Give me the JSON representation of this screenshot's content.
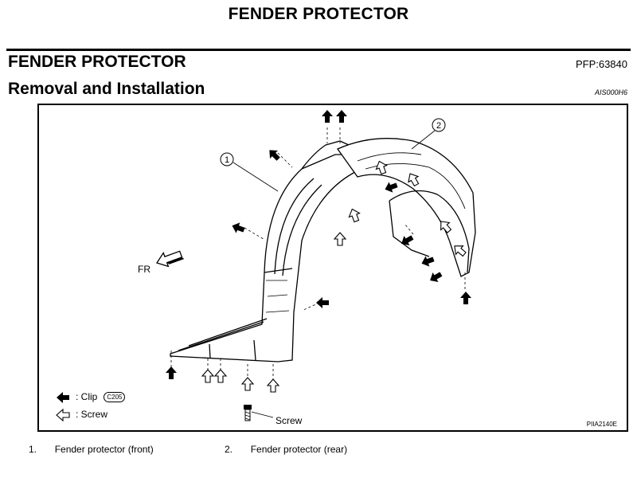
{
  "header": {
    "title": "FENDER PROTECTOR"
  },
  "section": {
    "title": "FENDER PROTECTOR",
    "pfp": "PFP:63840"
  },
  "subsection": {
    "title": "Removal and Installation",
    "code": "AIS000H6"
  },
  "figure": {
    "legend": {
      "clip_label": ": Clip",
      "clip_code": "C205",
      "screw_label": ": Screw"
    },
    "fr_label": "FR",
    "screw_callout": "Screw",
    "callout_1": "1",
    "callout_2": "2",
    "figure_code": "PIIA2140E"
  },
  "captions": [
    {
      "num": "1.",
      "text": "Fender protector (front)"
    },
    {
      "num": "2.",
      "text": "Fender protector (rear)"
    }
  ],
  "icons": {
    "clip": "filled-arrow-icon",
    "screw": "outline-arrow-icon"
  }
}
